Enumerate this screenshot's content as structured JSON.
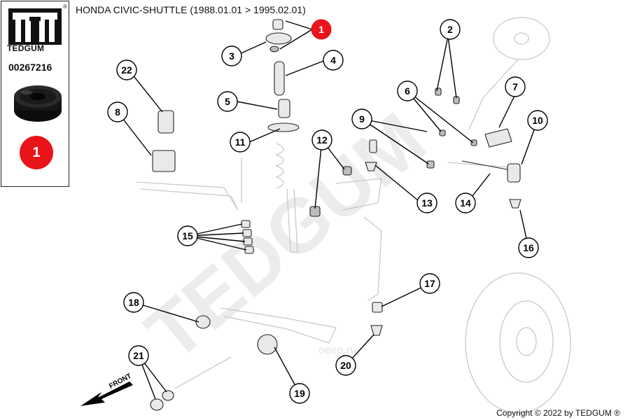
{
  "header": {
    "title": "HONDA CIVIC-SHUTTLE  (1988.01.01 > 1995.02.01)"
  },
  "sidebar": {
    "brand": "TEDGUM",
    "registered_mark": "®",
    "part_number": "00267216",
    "marker_label": "1",
    "marker_color": "#e8141a"
  },
  "watermark": {
    "text": "TEDGUM",
    "site": "oeep.ru"
  },
  "direction_label": "FRONT",
  "callouts": [
    {
      "id": "1",
      "highlighted": true
    },
    {
      "id": "2"
    },
    {
      "id": "3"
    },
    {
      "id": "4"
    },
    {
      "id": "5"
    },
    {
      "id": "6"
    },
    {
      "id": "7"
    },
    {
      "id": "8"
    },
    {
      "id": "9"
    },
    {
      "id": "10"
    },
    {
      "id": "11"
    },
    {
      "id": "12"
    },
    {
      "id": "13"
    },
    {
      "id": "14"
    },
    {
      "id": "15"
    },
    {
      "id": "16"
    },
    {
      "id": "17"
    },
    {
      "id": "18"
    },
    {
      "id": "19"
    },
    {
      "id": "20"
    },
    {
      "id": "21"
    },
    {
      "id": "22"
    }
  ],
  "footer": {
    "copyright": "Copyright © 2022 by TEDGUM ®"
  }
}
